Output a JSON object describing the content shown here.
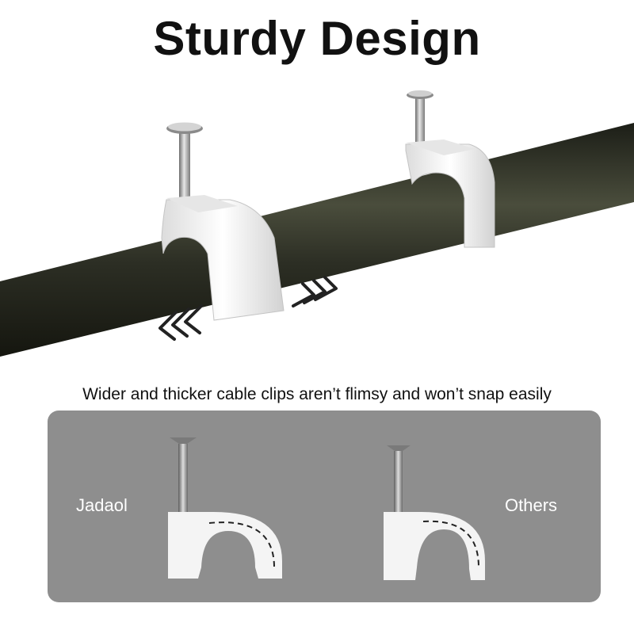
{
  "title": "Sturdy Design",
  "subtitle": "Wider and thicker cable clips aren’t flimsy and won’t snap easily",
  "comparison": {
    "left_label": "Jadaol",
    "right_label": "Others"
  },
  "colors": {
    "cable": "#2a2d22",
    "clip": "#f2f2f2",
    "panel": "#8e8e8e",
    "nail": "#9a9a9a",
    "arrow": "#222222"
  },
  "icons": [
    "nail-icon",
    "cable-clip-icon",
    "chevron-arrows-icon"
  ]
}
